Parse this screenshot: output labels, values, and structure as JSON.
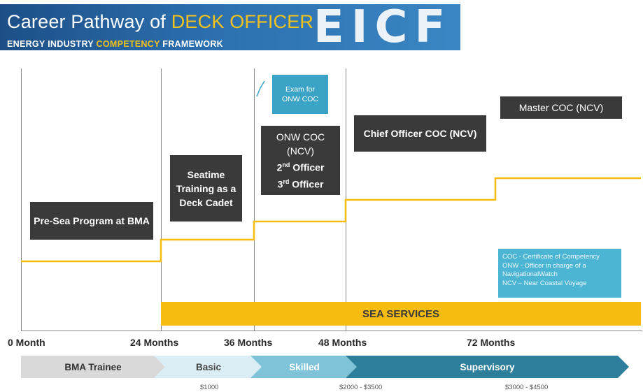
{
  "header": {
    "title_prefix": "Career Pathway of ",
    "title_accent": "DECK OFFICER",
    "subtitle_prefix": "ENERGY INDUSTRY ",
    "subtitle_accent": "COMPETENCY",
    "subtitle_suffix": " FRAMEWORK",
    "logo_text": "EICF"
  },
  "stages": [
    {
      "label": "Pre-Sea Program at BMA"
    },
    {
      "label": "Seatime Training as a Deck Cadet"
    },
    {
      "label_lines": [
        "ONW COC",
        "(NCV)",
        "2",
        "nd",
        " Officer",
        "3",
        "rd",
        " Officer"
      ]
    },
    {
      "label": "Exam for ONW COC"
    },
    {
      "label": "Chief Officer COC (NCV)"
    },
    {
      "label": "Master COC (NCV)"
    }
  ],
  "sea_services": "SEA SERVICES",
  "months": [
    "0 Month",
    "24 Months",
    "36 Months",
    "48 Months",
    "72 Months"
  ],
  "legend": [
    "COC - Certificate of Competency",
    "ONW - Officer in charge of a",
    "NavigationalWatch",
    "NCV – Near Coastal Voyage"
  ],
  "levels": [
    "BMA Trainee",
    "Basic",
    "Skilled",
    "Supervisory"
  ],
  "salaries": [
    "$1000",
    "$2000 - $3500",
    "$3000 - $4500"
  ],
  "colors": {
    "pathway_line": "#f6bd10",
    "dark_box": "#3a3a3a",
    "teal": "#3aa3c6",
    "sea_bar": "#f6bd10"
  }
}
